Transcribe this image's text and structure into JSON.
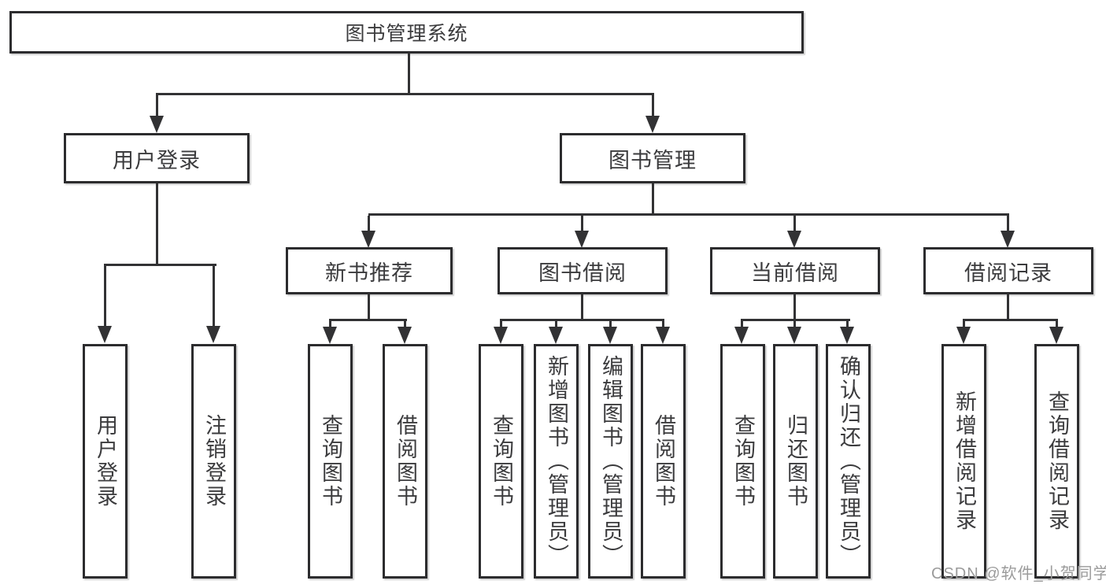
{
  "diagram": {
    "type": "hierarchy-tree",
    "colors": {
      "line": "#323234",
      "border": "#2c2c2e",
      "text": "#3b3b3d",
      "background": "#ffffff",
      "watermark": "#9b9b9b"
    },
    "tree": {
      "root": {
        "label": "图书管理系统"
      },
      "level2": [
        {
          "label": "用户登录",
          "children": [
            {
              "label": "用户登录"
            },
            {
              "label": "注销登录"
            }
          ]
        },
        {
          "label": "图书管理",
          "children": [
            {
              "label": "新书推荐",
              "children": [
                {
                  "label": "查询图书"
                },
                {
                  "label": "借阅图书"
                }
              ]
            },
            {
              "label": "图书借阅",
              "children": [
                {
                  "label": "查询图书"
                },
                {
                  "label": "新增图书（管理员）"
                },
                {
                  "label": "编辑图书（管理员）"
                },
                {
                  "label": "借阅图书"
                }
              ]
            },
            {
              "label": "当前借阅",
              "children": [
                {
                  "label": "查询图书"
                },
                {
                  "label": "归还图书"
                },
                {
                  "label": "确认归还（管理员）"
                }
              ]
            },
            {
              "label": "借阅记录",
              "children": [
                {
                  "label": "新增借阅记录"
                },
                {
                  "label": "查询借阅记录"
                }
              ]
            }
          ]
        }
      ]
    },
    "watermark": {
      "text": "CSDN @软件_小贺同学"
    }
  }
}
